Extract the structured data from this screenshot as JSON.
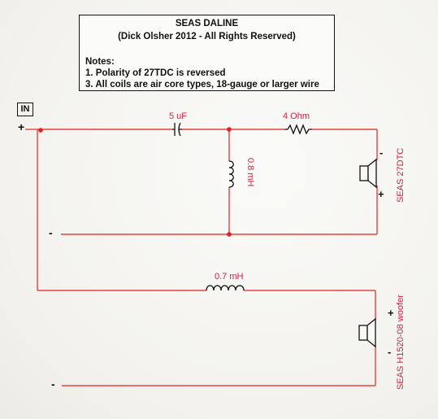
{
  "header": {
    "title": "SEAS DALINE",
    "subtitle": "(Dick Olsher 2012 - All Rights Reserved)",
    "notes_heading": "Notes:",
    "notes": [
      "1. Polarity of 27TDC is reversed",
      "3. All coils are air core types, 18-gauge or larger wire"
    ]
  },
  "input": {
    "label": "IN",
    "plus": "+",
    "minus_top": "-",
    "minus_bottom": "-"
  },
  "components": {
    "capacitor": "5 uF",
    "resistor": "4 Ohm",
    "shunt_inductor": "0.8 mH",
    "woofer_inductor": "0.7 mH"
  },
  "drivers": {
    "tweeter": {
      "label": "SEAS 27DTC",
      "plus": "+",
      "minus": "-"
    },
    "woofer": {
      "label": "SEAS H1520-08 woofer",
      "plus": "+",
      "minus": "-"
    }
  },
  "colors": {
    "wire": "#e8423a",
    "node": "#e01f1f",
    "ink": "#111111",
    "label_red": "#d81e3a"
  }
}
